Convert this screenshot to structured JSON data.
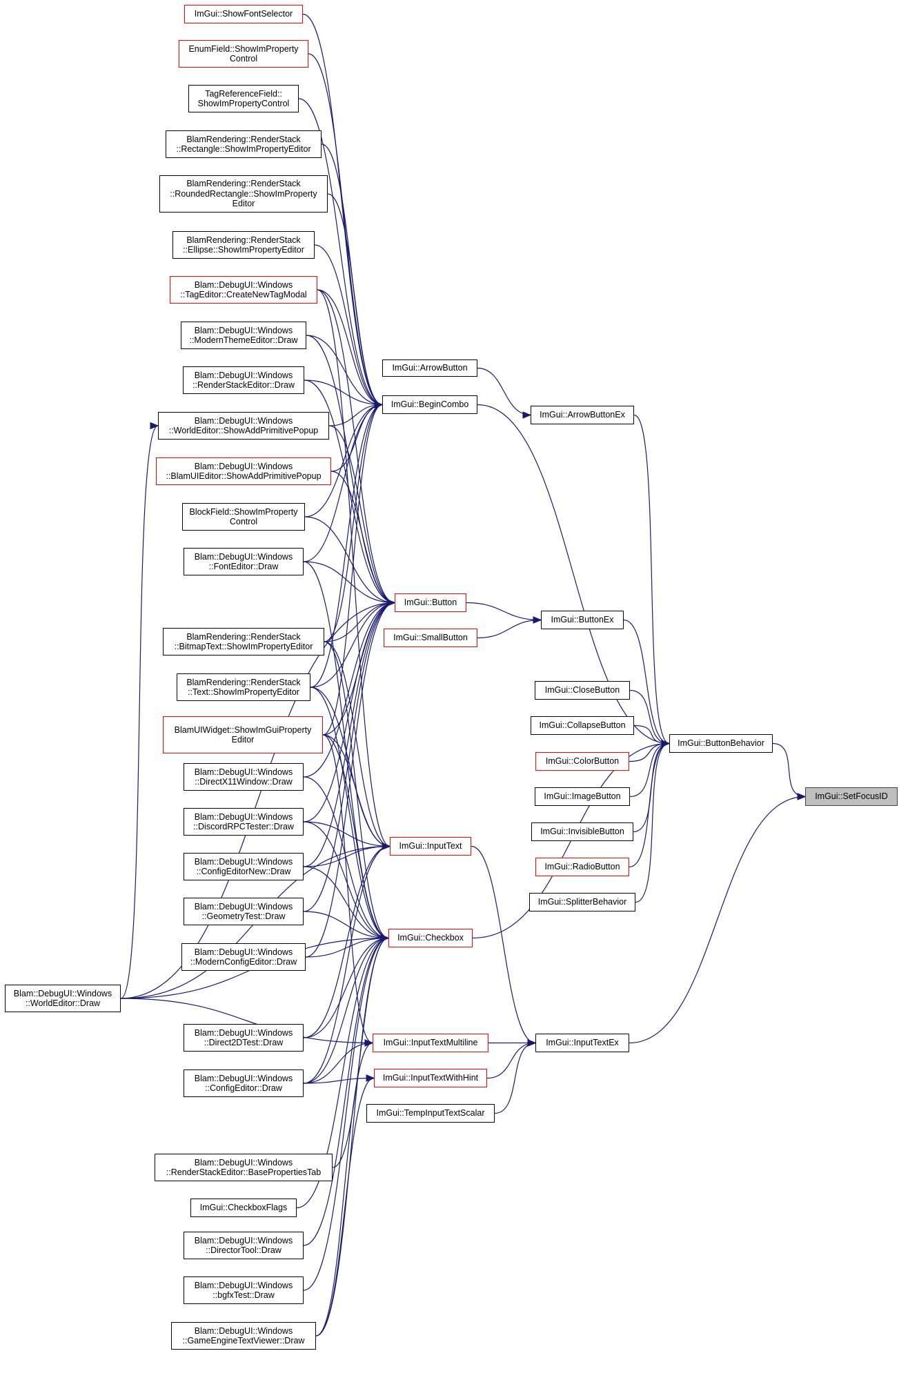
{
  "colors": {
    "edge": "#191970",
    "node_border": "#000000",
    "incomplete_border": "#ff0000",
    "root_fill": "#bfbfbf"
  },
  "nodes": {
    "showfontselector": {
      "lines": [
        "ImGui::ShowFontSelector"
      ],
      "style": "red"
    },
    "enumfield": {
      "lines": [
        "EnumField::ShowImProperty",
        "Control"
      ],
      "style": "red"
    },
    "tagreference": {
      "lines": [
        "TagReferenceField::",
        "ShowImPropertyControl"
      ],
      "style": "normal"
    },
    "rect_editor": {
      "lines": [
        "BlamRendering::RenderStack",
        "::Rectangle::ShowImPropertyEditor"
      ],
      "style": "normal"
    },
    "roundrect_editor": {
      "lines": [
        "BlamRendering::RenderStack",
        "::RoundedRectangle::ShowImProperty",
        "Editor"
      ],
      "style": "normal"
    },
    "ellipse_editor": {
      "lines": [
        "BlamRendering::RenderStack",
        "::Ellipse::ShowImPropertyEditor"
      ],
      "style": "normal"
    },
    "tageditor_newtag": {
      "lines": [
        "Blam::DebugUI::Windows",
        "::TagEditor::CreateNewTagModal"
      ],
      "style": "red"
    },
    "modern_theme": {
      "lines": [
        "Blam::DebugUI::Windows",
        "::ModernThemeEditor::Draw"
      ],
      "style": "normal"
    },
    "renderstack_draw": {
      "lines": [
        "Blam::DebugUI::Windows",
        "::RenderStackEditor::Draw"
      ],
      "style": "normal"
    },
    "worldeditor_popup": {
      "lines": [
        "Blam::DebugUI::Windows",
        "::WorldEditor::ShowAddPrimitivePopup"
      ],
      "style": "normal"
    },
    "blamui_popup": {
      "lines": [
        "Blam::DebugUI::Windows",
        "::BlamUIEditor::ShowAddPrimitivePopup"
      ],
      "style": "red"
    },
    "blockfield": {
      "lines": [
        "BlockField::ShowImProperty",
        "Control"
      ],
      "style": "normal"
    },
    "fonteditor": {
      "lines": [
        "Blam::DebugUI::Windows",
        "::FontEditor::Draw"
      ],
      "style": "normal"
    },
    "bitmaptext": {
      "lines": [
        "BlamRendering::RenderStack",
        "::BitmapText::ShowImPropertyEditor"
      ],
      "style": "normal"
    },
    "text_editor": {
      "lines": [
        "BlamRendering::RenderStack",
        "::Text::ShowImPropertyEditor"
      ],
      "style": "normal"
    },
    "blamuiwidget": {
      "lines": [
        "BlamUIWidget::ShowImGuiProperty",
        "Editor"
      ],
      "style": "red"
    },
    "directx11": {
      "lines": [
        "Blam::DebugUI::Windows",
        "::DirectX11Window::Draw"
      ],
      "style": "normal"
    },
    "discordrpc": {
      "lines": [
        "Blam::DebugUI::Windows",
        "::DiscordRPCTester::Draw"
      ],
      "style": "normal"
    },
    "configeditornew": {
      "lines": [
        "Blam::DebugUI::Windows",
        "::ConfigEditorNew::Draw"
      ],
      "style": "normal"
    },
    "geometrytest": {
      "lines": [
        "Blam::DebugUI::Windows",
        "::GeometryTest::Draw"
      ],
      "style": "normal"
    },
    "modernconfig": {
      "lines": [
        "Blam::DebugUI::Windows",
        "::ModernConfigEditor::Draw"
      ],
      "style": "normal"
    },
    "worldeditor_draw": {
      "lines": [
        "Blam::DebugUI::Windows",
        "::WorldEditor::Draw"
      ],
      "style": "normal"
    },
    "direct2d": {
      "lines": [
        "Blam::DebugUI::Windows",
        "::Direct2DTest::Draw"
      ],
      "style": "normal"
    },
    "configeditor": {
      "lines": [
        "Blam::DebugUI::Windows",
        "::ConfigEditor::Draw"
      ],
      "style": "normal"
    },
    "baseprops": {
      "lines": [
        "Blam::DebugUI::Windows",
        "::RenderStackEditor::BasePropertiesTab"
      ],
      "style": "normal"
    },
    "checkboxflags": {
      "lines": [
        "ImGui::CheckboxFlags"
      ],
      "style": "normal"
    },
    "directortool": {
      "lines": [
        "Blam::DebugUI::Windows",
        "::DirectorTool::Draw"
      ],
      "style": "normal"
    },
    "bgfxtest": {
      "lines": [
        "Blam::DebugUI::Windows",
        "::bgfxTest::Draw"
      ],
      "style": "normal"
    },
    "gameenginetext": {
      "lines": [
        "Blam::DebugUI::Windows",
        "::GameEngineTextViewer::Draw"
      ],
      "style": "normal"
    },
    "arrowbutton": {
      "lines": [
        "ImGui::ArrowButton"
      ],
      "style": "normal"
    },
    "begincombo": {
      "lines": [
        "ImGui::BeginCombo"
      ],
      "style": "normal"
    },
    "button": {
      "lines": [
        "ImGui::Button"
      ],
      "style": "red"
    },
    "smallbutton": {
      "lines": [
        "ImGui::SmallButton"
      ],
      "style": "red"
    },
    "inputtext": {
      "lines": [
        "ImGui::InputText"
      ],
      "style": "red"
    },
    "checkbox": {
      "lines": [
        "ImGui::Checkbox"
      ],
      "style": "red"
    },
    "inputtextmultiline": {
      "lines": [
        "ImGui::InputTextMultiline"
      ],
      "style": "red"
    },
    "inputtextwithhint": {
      "lines": [
        "ImGui::InputTextWithHint"
      ],
      "style": "red"
    },
    "tempinputtextscalar": {
      "lines": [
        "ImGui::TempInputTextScalar"
      ],
      "style": "normal"
    },
    "arrowbuttonex": {
      "lines": [
        "ImGui::ArrowButtonEx"
      ],
      "style": "normal"
    },
    "buttonex": {
      "lines": [
        "ImGui::ButtonEx"
      ],
      "style": "normal"
    },
    "closebutton": {
      "lines": [
        "ImGui::CloseButton"
      ],
      "style": "normal"
    },
    "collapsebutton": {
      "lines": [
        "ImGui::CollapseButton"
      ],
      "style": "normal"
    },
    "colorbutton": {
      "lines": [
        "ImGui::ColorButton"
      ],
      "style": "red"
    },
    "imagebutton": {
      "lines": [
        "ImGui::ImageButton"
      ],
      "style": "normal"
    },
    "invisiblebutton": {
      "lines": [
        "ImGui::InvisibleButton"
      ],
      "style": "normal"
    },
    "radiobutton": {
      "lines": [
        "ImGui::RadioButton"
      ],
      "style": "red"
    },
    "splitterbehavior": {
      "lines": [
        "ImGui::SplitterBehavior"
      ],
      "style": "normal"
    },
    "buttonbehavior": {
      "lines": [
        "ImGui::ButtonBehavior"
      ],
      "style": "normal"
    },
    "inputtextex": {
      "lines": [
        "ImGui::InputTextEx"
      ],
      "style": "normal"
    },
    "setfocusid": {
      "lines": [
        "ImGui::SetFocusID"
      ],
      "style": "root"
    }
  },
  "edges": [
    [
      "showfontselector",
      "begincombo"
    ],
    [
      "enumfield",
      "begincombo"
    ],
    [
      "tagreference",
      "begincombo"
    ],
    [
      "rect_editor",
      "begincombo"
    ],
    [
      "roundrect_editor",
      "begincombo"
    ],
    [
      "ellipse_editor",
      "begincombo"
    ],
    [
      "tageditor_newtag",
      "begincombo"
    ],
    [
      "modern_theme",
      "begincombo"
    ],
    [
      "renderstack_draw",
      "begincombo"
    ],
    [
      "worldeditor_popup",
      "begincombo"
    ],
    [
      "blamui_popup",
      "begincombo"
    ],
    [
      "blockfield",
      "begincombo"
    ],
    [
      "fonteditor",
      "begincombo"
    ],
    [
      "bitmaptext",
      "begincombo"
    ],
    [
      "text_editor",
      "begincombo"
    ],
    [
      "blamuiwidget",
      "begincombo"
    ],
    [
      "tageditor_newtag",
      "button"
    ],
    [
      "modern_theme",
      "button"
    ],
    [
      "renderstack_draw",
      "button"
    ],
    [
      "worldeditor_popup",
      "button"
    ],
    [
      "blamui_popup",
      "button"
    ],
    [
      "blockfield",
      "button"
    ],
    [
      "fonteditor",
      "button"
    ],
    [
      "worldeditor_draw",
      "button"
    ],
    [
      "bitmaptext",
      "button"
    ],
    [
      "text_editor",
      "button"
    ],
    [
      "blamuiwidget",
      "button"
    ],
    [
      "directx11",
      "button"
    ],
    [
      "discordrpc",
      "button"
    ],
    [
      "configeditornew",
      "button"
    ],
    [
      "geometrytest",
      "button"
    ],
    [
      "modernconfig",
      "button"
    ],
    [
      "worldeditor_draw",
      "worldeditor_popup"
    ],
    [
      "tageditor_newtag",
      "inputtext"
    ],
    [
      "bitmaptext",
      "inputtext"
    ],
    [
      "text_editor",
      "inputtext"
    ],
    [
      "blamuiwidget",
      "inputtext"
    ],
    [
      "discordrpc",
      "inputtext"
    ],
    [
      "configeditornew",
      "inputtext"
    ],
    [
      "worldeditor_draw",
      "inputtext"
    ],
    [
      "direct2d",
      "inputtext"
    ],
    [
      "configeditor",
      "inputtext"
    ],
    [
      "fonteditor",
      "checkbox"
    ],
    [
      "bitmaptext",
      "checkbox"
    ],
    [
      "text_editor",
      "checkbox"
    ],
    [
      "blamuiwidget",
      "checkbox"
    ],
    [
      "directx11",
      "checkbox"
    ],
    [
      "discordrpc",
      "checkbox"
    ],
    [
      "configeditornew",
      "checkbox"
    ],
    [
      "geometrytest",
      "checkbox"
    ],
    [
      "modernconfig",
      "checkbox"
    ],
    [
      "worldeditor_draw",
      "checkbox"
    ],
    [
      "direct2d",
      "checkbox"
    ],
    [
      "configeditor",
      "checkbox"
    ],
    [
      "baseprops",
      "checkbox"
    ],
    [
      "checkboxflags",
      "checkbox"
    ],
    [
      "directortool",
      "checkbox"
    ],
    [
      "bgfxtest",
      "checkbox"
    ],
    [
      "gameenginetext",
      "checkbox"
    ],
    [
      "configeditor",
      "inputtextmultiline"
    ],
    [
      "worldeditor_draw",
      "inputtextmultiline"
    ],
    [
      "gameenginetext",
      "inputtextmultiline"
    ],
    [
      "blamuiwidget",
      "inputtextmultiline"
    ],
    [
      "configeditor",
      "inputtextwithhint"
    ],
    [
      "gameenginetext",
      "inputtextwithhint"
    ],
    [
      "arrowbutton",
      "arrowbuttonex"
    ],
    [
      "button",
      "buttonex"
    ],
    [
      "smallbutton",
      "buttonex"
    ],
    [
      "begincombo",
      "buttonbehavior"
    ],
    [
      "arrowbuttonex",
      "buttonbehavior"
    ],
    [
      "buttonex",
      "buttonbehavior"
    ],
    [
      "checkbox",
      "buttonbehavior"
    ],
    [
      "closebutton",
      "buttonbehavior"
    ],
    [
      "collapsebutton",
      "buttonbehavior"
    ],
    [
      "colorbutton",
      "buttonbehavior"
    ],
    [
      "imagebutton",
      "buttonbehavior"
    ],
    [
      "invisiblebutton",
      "buttonbehavior"
    ],
    [
      "radiobutton",
      "buttonbehavior"
    ],
    [
      "splitterbehavior",
      "buttonbehavior"
    ],
    [
      "inputtext",
      "inputtextex"
    ],
    [
      "inputtextmultiline",
      "inputtextex"
    ],
    [
      "inputtextwithhint",
      "inputtextex"
    ],
    [
      "tempinputtextscalar",
      "inputtextex"
    ],
    [
      "buttonbehavior",
      "setfocusid"
    ],
    [
      "inputtextex",
      "setfocusid"
    ]
  ]
}
